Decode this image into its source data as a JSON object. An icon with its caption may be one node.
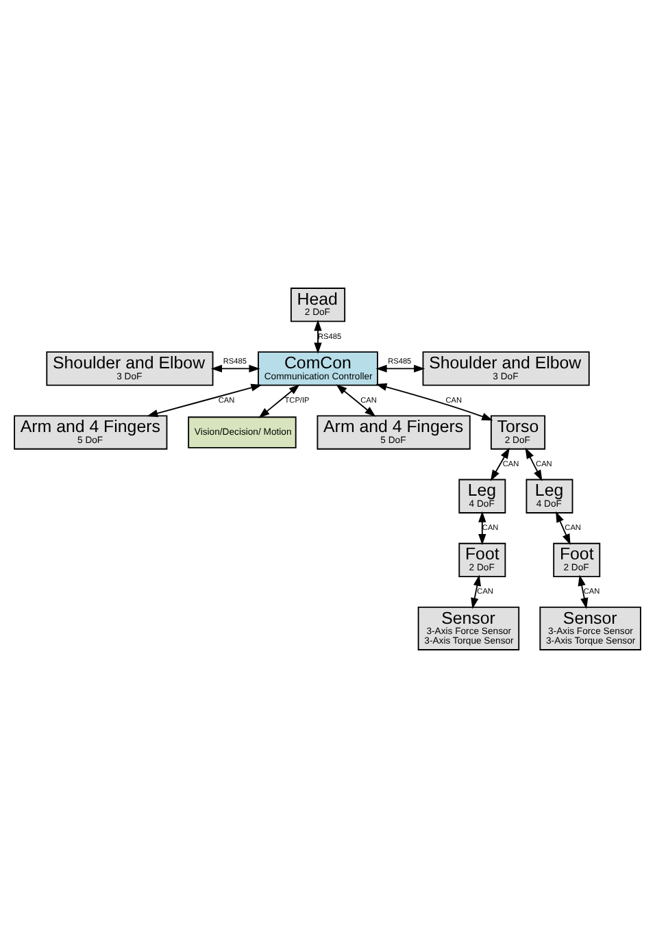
{
  "diagram": {
    "nodes": [
      {
        "text": [
          "Head",
          "2 DoF"
        ]
      },
      {
        "text": [
          "Shoulder and Elbow",
          "3 DoF"
        ]
      },
      {
        "text": [
          "ComCon",
          "Communication Controller"
        ]
      },
      {
        "text": [
          "Shoulder and Elbow",
          "3 DoF"
        ]
      },
      {
        "text": [
          "Arm and 4 Fingers",
          "5 DoF"
        ]
      },
      {
        "text": [
          "Vision/Decision/ Motion"
        ]
      },
      {
        "text": [
          "Arm and 4 Fingers",
          "5 DoF"
        ]
      },
      {
        "text": [
          "Torso",
          "2 DoF"
        ]
      },
      {
        "text": [
          "Leg",
          "4 DoF"
        ]
      },
      {
        "text": [
          "Leg",
          "4 DoF"
        ]
      },
      {
        "text": [
          "Foot",
          "2 DoF"
        ]
      },
      {
        "text": [
          "Foot",
          "2 DoF"
        ]
      },
      {
        "text": [
          "Sensor",
          "3-Axis Force Sensor",
          "3-Axis Torque Sensor"
        ]
      },
      {
        "text": [
          "Sensor",
          "3-Axis Force Sensor",
          "3-Axis Torque Sensor"
        ]
      }
    ],
    "edges": [
      {
        "from": 0,
        "to": 2,
        "arrow": "both",
        "label": "RS485"
      },
      {
        "from": 1,
        "to": 2,
        "arrow": "both",
        "label": "RS485"
      },
      {
        "from": 2,
        "to": 3,
        "arrow": "both",
        "label": "RS485"
      },
      {
        "from": 2,
        "to": 4,
        "arrow": "both",
        "label": "CAN"
      },
      {
        "from": 2,
        "to": 6,
        "arrow": "both",
        "label": "CAN"
      },
      {
        "from": 2,
        "to": 5,
        "arrow": "both",
        "label": "TCP/IP"
      },
      {
        "from": 2,
        "to": 7,
        "arrow": "both",
        "label": "CAN"
      },
      {
        "from": 7,
        "to": 8,
        "arrow": "both",
        "label": "CAN"
      },
      {
        "from": 7,
        "to": 9,
        "arrow": "both",
        "label": "CAN"
      },
      {
        "from": 8,
        "to": 10,
        "arrow": "both",
        "label": "CAN"
      },
      {
        "from": 9,
        "to": 11,
        "arrow": "both",
        "label": "CAN"
      },
      {
        "from": 10,
        "to": 12,
        "arrow": "both",
        "label": "CAN"
      },
      {
        "from": 11,
        "to": 13,
        "arrow": "both",
        "label": "CAN"
      }
    ]
  }
}
